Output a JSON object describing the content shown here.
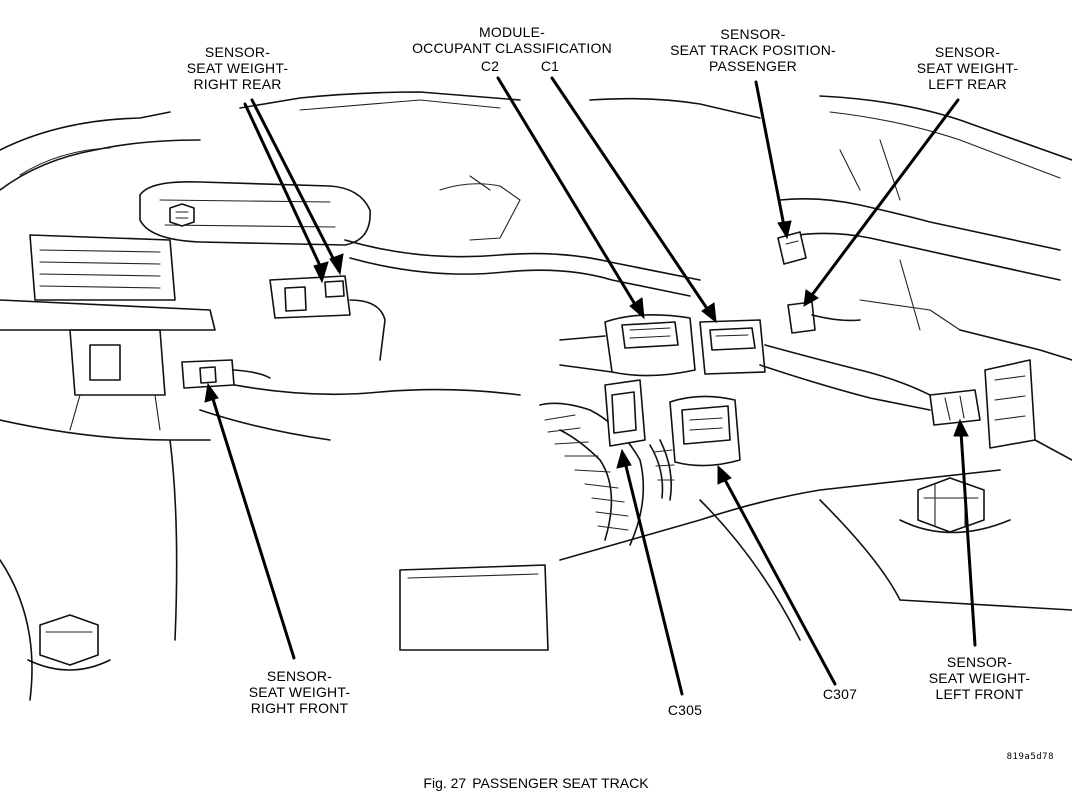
{
  "diagram": {
    "labels": {
      "right_rear": [
        "SENSOR-",
        "SEAT WEIGHT-",
        "RIGHT REAR"
      ],
      "module": [
        "MODULE-",
        "OCCUPANT CLASSIFICATION"
      ],
      "c2": "C2",
      "c1": "C1",
      "track_pos": [
        "SENSOR-",
        "SEAT TRACK POSITION-",
        "PASSENGER"
      ],
      "left_rear": [
        "SENSOR-",
        "SEAT WEIGHT-",
        "LEFT REAR"
      ],
      "right_front": [
        "SENSOR-",
        "SEAT WEIGHT-",
        "RIGHT FRONT"
      ],
      "c305": "C305",
      "c307": "C307",
      "left_front": [
        "SENSOR-",
        "SEAT WEIGHT-",
        "LEFT FRONT"
      ]
    },
    "drawing_code": "819a5d78",
    "caption": {
      "figure": "Fig. 27",
      "title": "PASSENGER SEAT TRACK"
    }
  }
}
